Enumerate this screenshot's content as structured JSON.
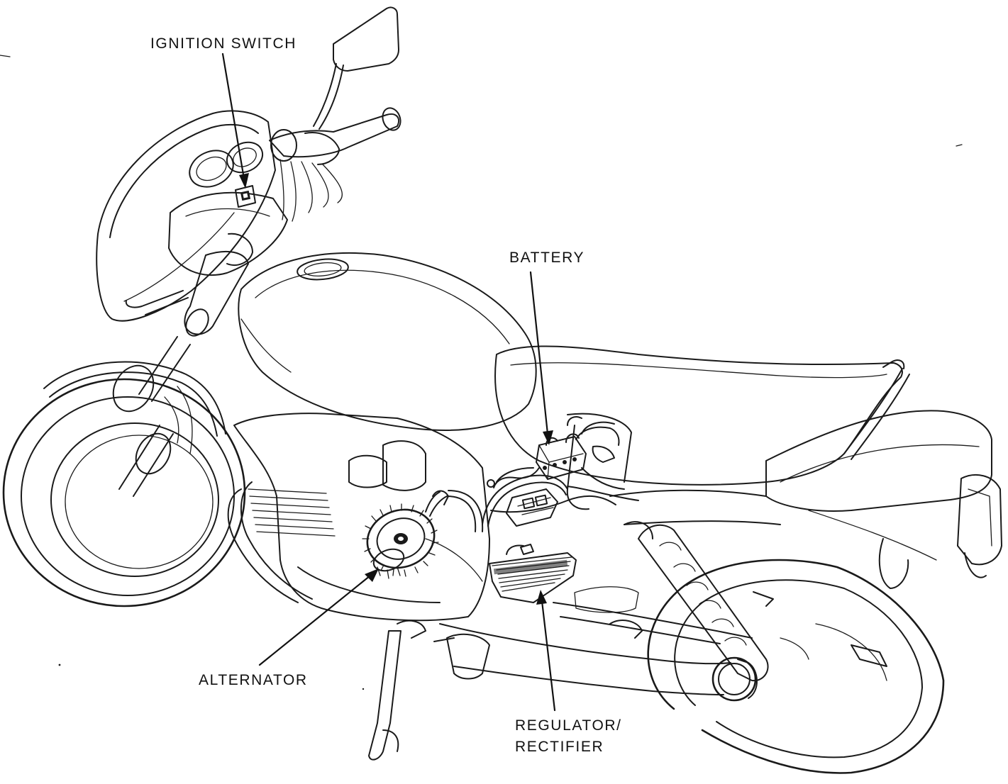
{
  "figure": {
    "subject": "motorcycle charging system component locations",
    "callouts": {
      "ignition_switch": "IGNITION SWITCH",
      "battery": "BATTERY",
      "alternator": "ALTERNATOR",
      "regulator_line1": "REGULATOR/",
      "regulator_line2": "RECTIFIER"
    },
    "colors": {
      "line": "#1a1a1a",
      "background": "#ffffff"
    }
  }
}
